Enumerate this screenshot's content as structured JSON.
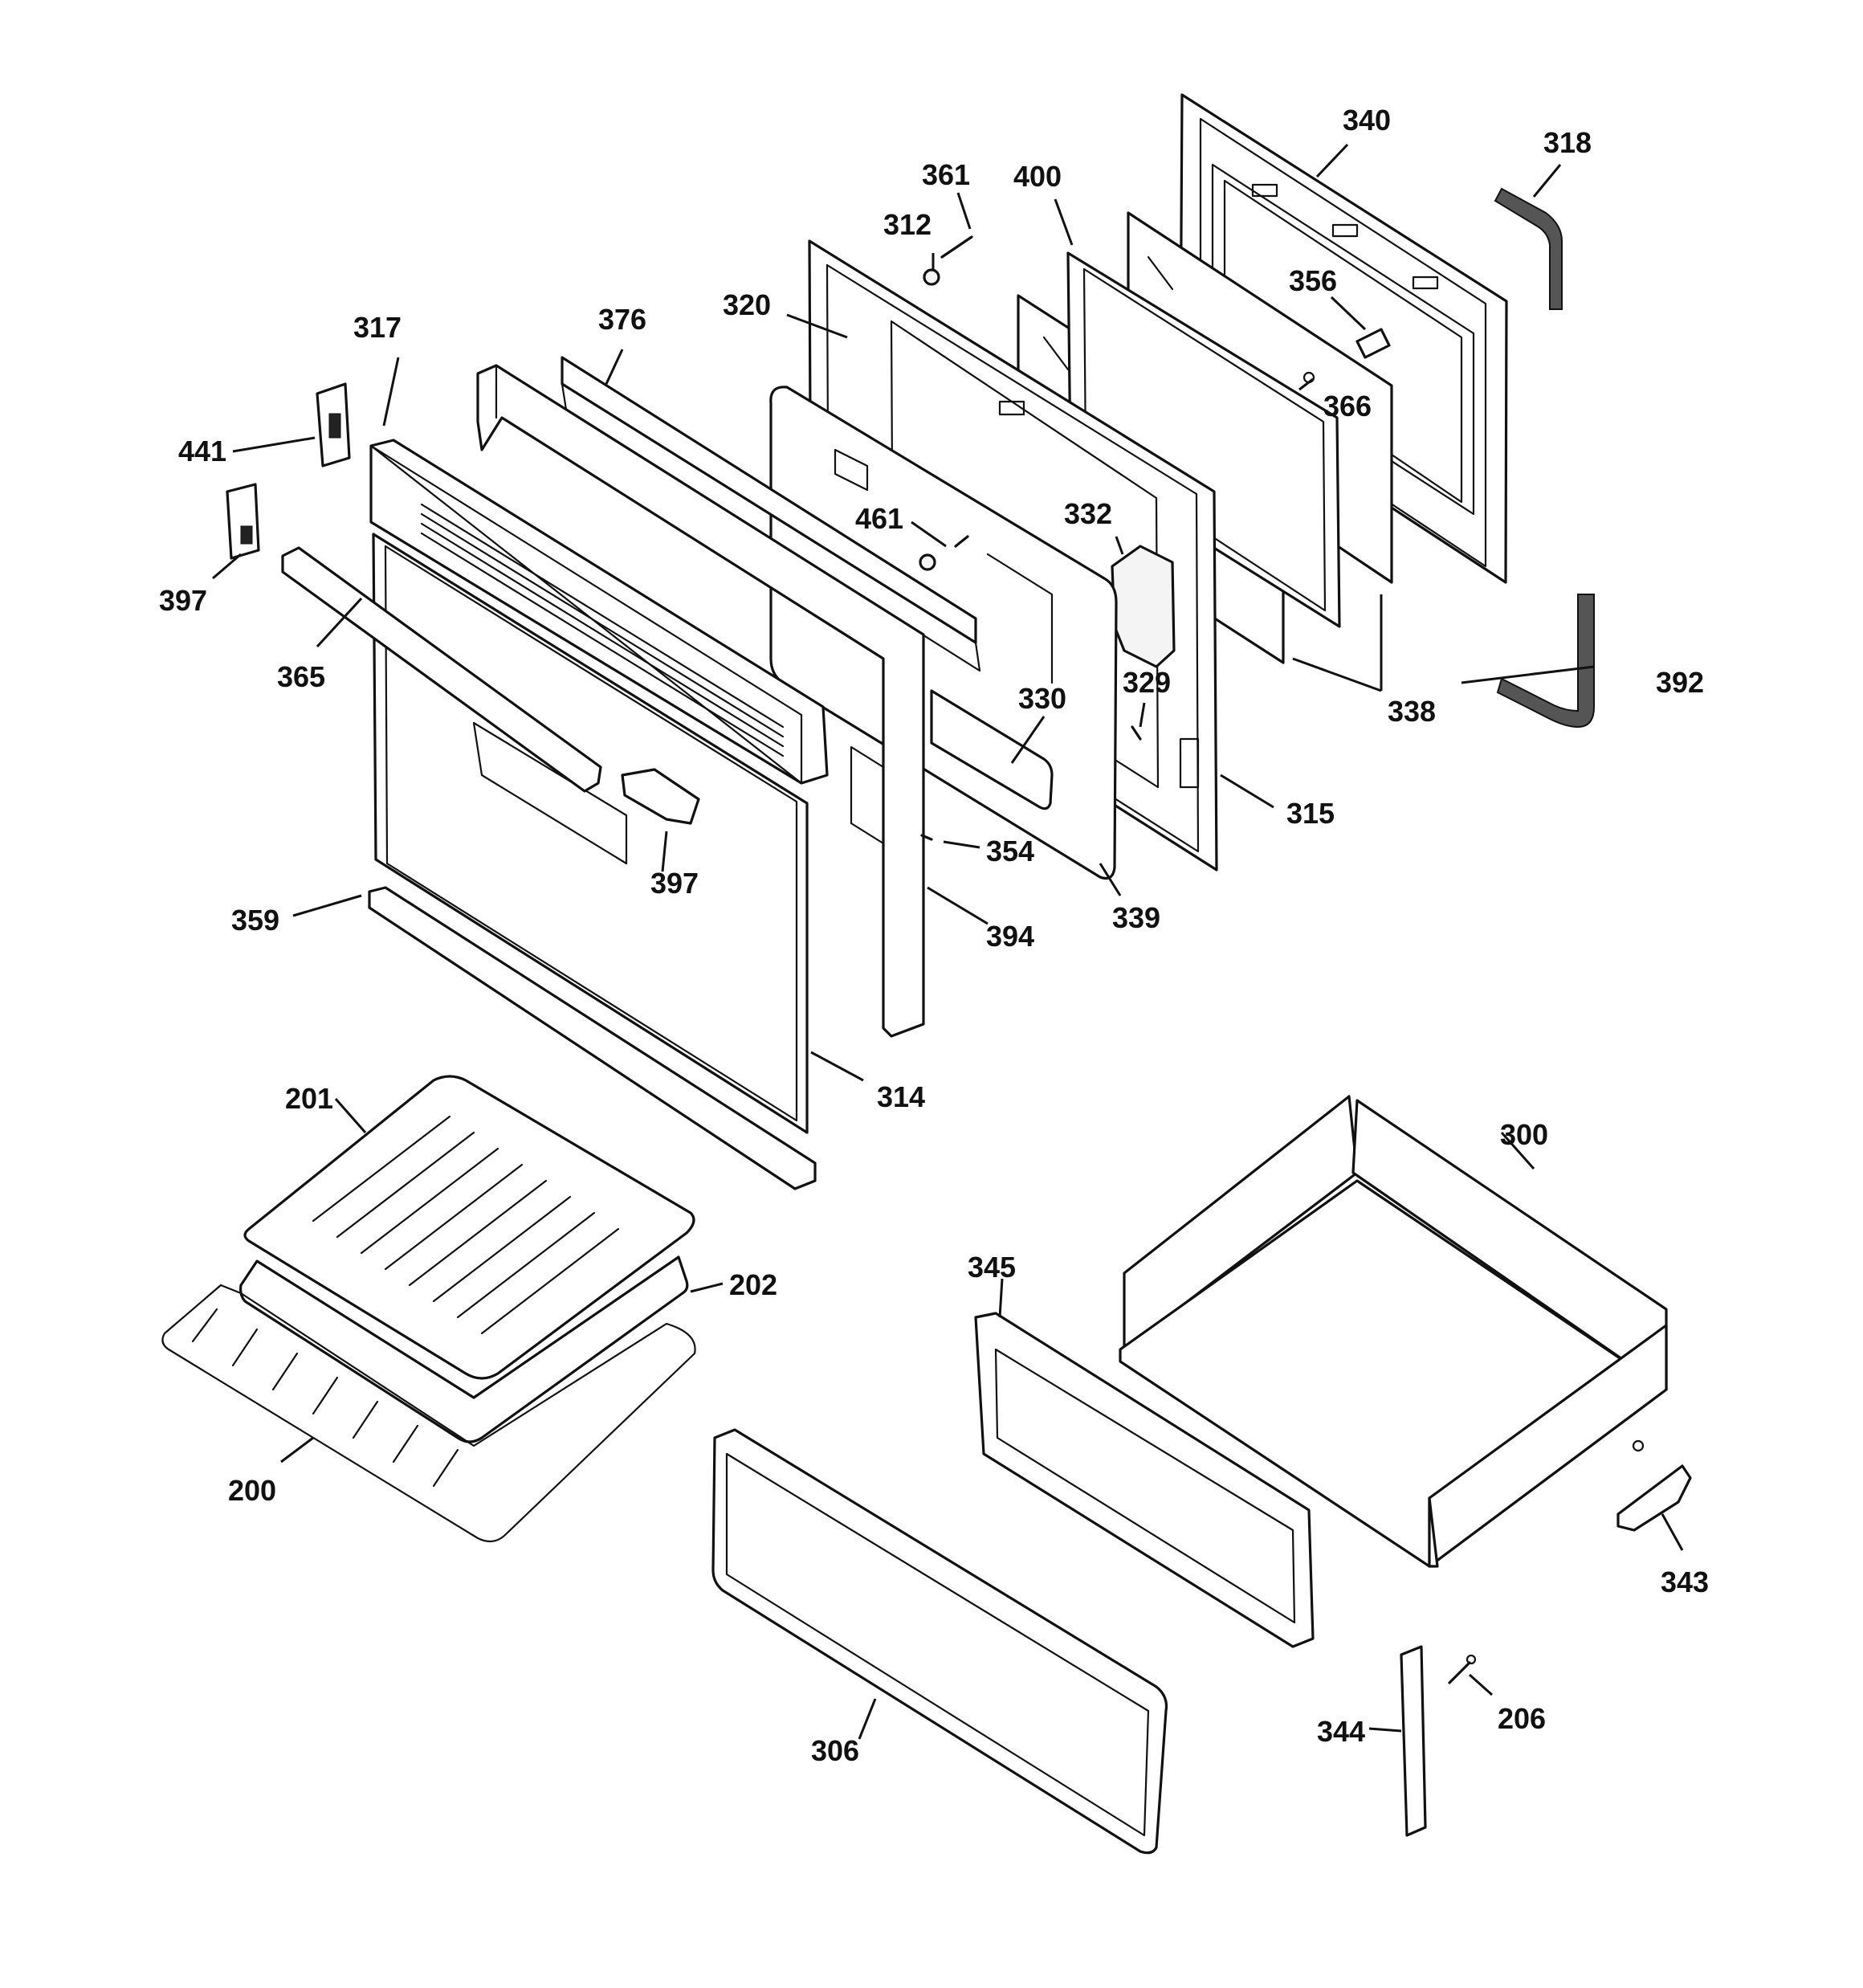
{
  "callouts": [
    {
      "id": "340",
      "label": "340"
    },
    {
      "id": "318",
      "label": "318"
    },
    {
      "id": "361",
      "label": "361"
    },
    {
      "id": "400",
      "label": "400"
    },
    {
      "id": "312",
      "label": "312"
    },
    {
      "id": "356",
      "label": "356"
    },
    {
      "id": "320",
      "label": "320"
    },
    {
      "id": "317",
      "label": "317"
    },
    {
      "id": "376",
      "label": "376"
    },
    {
      "id": "366",
      "label": "366"
    },
    {
      "id": "441",
      "label": "441"
    },
    {
      "id": "332",
      "label": "332"
    },
    {
      "id": "461",
      "label": "461"
    },
    {
      "id": "397a",
      "label": "397"
    },
    {
      "id": "365",
      "label": "365"
    },
    {
      "id": "330",
      "label": "330"
    },
    {
      "id": "329",
      "label": "329"
    },
    {
      "id": "338",
      "label": "338"
    },
    {
      "id": "392",
      "label": "392"
    },
    {
      "id": "315",
      "label": "315"
    },
    {
      "id": "354",
      "label": "354"
    },
    {
      "id": "397b",
      "label": "397"
    },
    {
      "id": "339",
      "label": "339"
    },
    {
      "id": "359",
      "label": "359"
    },
    {
      "id": "394",
      "label": "394"
    },
    {
      "id": "314",
      "label": "314"
    },
    {
      "id": "201",
      "label": "201"
    },
    {
      "id": "300",
      "label": "300"
    },
    {
      "id": "202",
      "label": "202"
    },
    {
      "id": "345",
      "label": "345"
    },
    {
      "id": "200",
      "label": "200"
    },
    {
      "id": "343",
      "label": "343"
    },
    {
      "id": "206",
      "label": "206"
    },
    {
      "id": "344",
      "label": "344"
    },
    {
      "id": "306",
      "label": "306"
    }
  ]
}
